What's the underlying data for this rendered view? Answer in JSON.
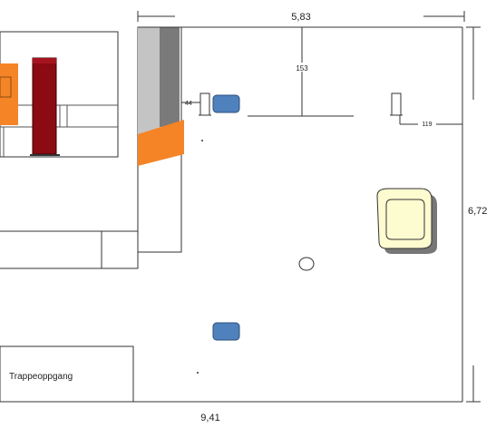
{
  "plan": {
    "dimensions": {
      "top_width": "5,83",
      "right_height": "6,72",
      "bottom_width": "9,41",
      "vertical_153": "153",
      "lamp_offset_44": "44",
      "lamp_offset_119": "119"
    },
    "labels": {
      "stair": "Trappeoppgang"
    },
    "colors": {
      "wall": "#333333",
      "orange": "#f58426",
      "dark_red": "#8b0a14",
      "light_gray": "#c4c4c4",
      "dark_gray": "#7a7a7a",
      "blue_box": "#4f81bd",
      "chair": "#fdfbd0"
    },
    "icons": [
      "armchair-icon",
      "light-fixture-icon",
      "ceiling-outlet-icon",
      "wall-socket-icon"
    ]
  }
}
